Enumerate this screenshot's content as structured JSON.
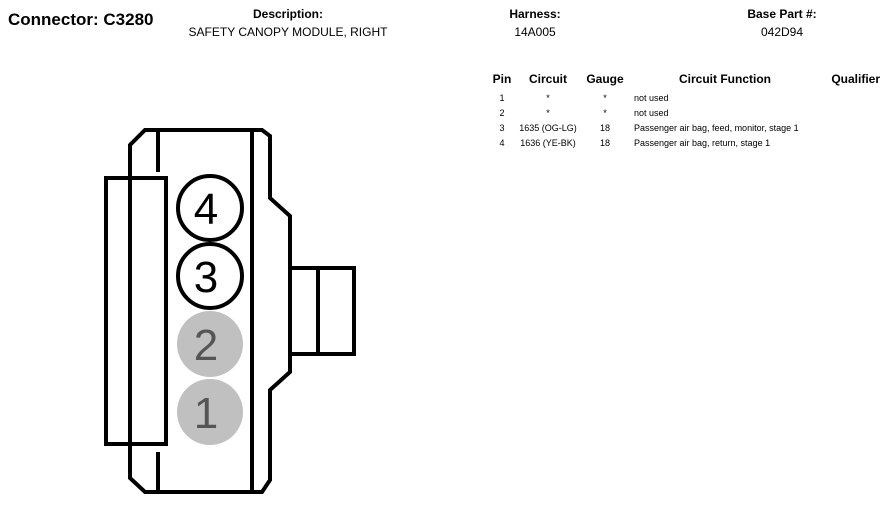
{
  "connector": {
    "label": "Connector: C3280"
  },
  "description": {
    "label": "Description:",
    "value": "SAFETY CANOPY MODULE, RIGHT"
  },
  "harness": {
    "label": "Harness:",
    "value": "14A005"
  },
  "base_part": {
    "label": "Base Part #:",
    "value": "042D94"
  },
  "table": {
    "headers": {
      "pin": "Pin",
      "circuit": "Circuit",
      "gauge": "Gauge",
      "function": "Circuit Function",
      "qualifier": "Qualifier"
    },
    "rows": [
      {
        "pin": "1",
        "circuit": "*",
        "gauge": "*",
        "function": "not used",
        "qualifier": ""
      },
      {
        "pin": "2",
        "circuit": "*",
        "gauge": "*",
        "function": "not used",
        "qualifier": ""
      },
      {
        "pin": "3",
        "circuit": "1635 (OG-LG)",
        "gauge": "18",
        "function": "Passenger air bag, feed, monitor, stage 1",
        "qualifier": ""
      },
      {
        "pin": "4",
        "circuit": "1636 (YE-BK)",
        "gauge": "18",
        "function": "Passenger air bag, return, stage 1",
        "qualifier": ""
      }
    ]
  },
  "diagram": {
    "pins": [
      {
        "number": "4",
        "used": true
      },
      {
        "number": "3",
        "used": true
      },
      {
        "number": "2",
        "used": false
      },
      {
        "number": "1",
        "used": false
      }
    ],
    "colors": {
      "outline": "#000000",
      "unused_pin_fill": "#c0c0c0",
      "unused_pin_text": "#555555",
      "used_pin_fill": "#ffffff"
    }
  }
}
